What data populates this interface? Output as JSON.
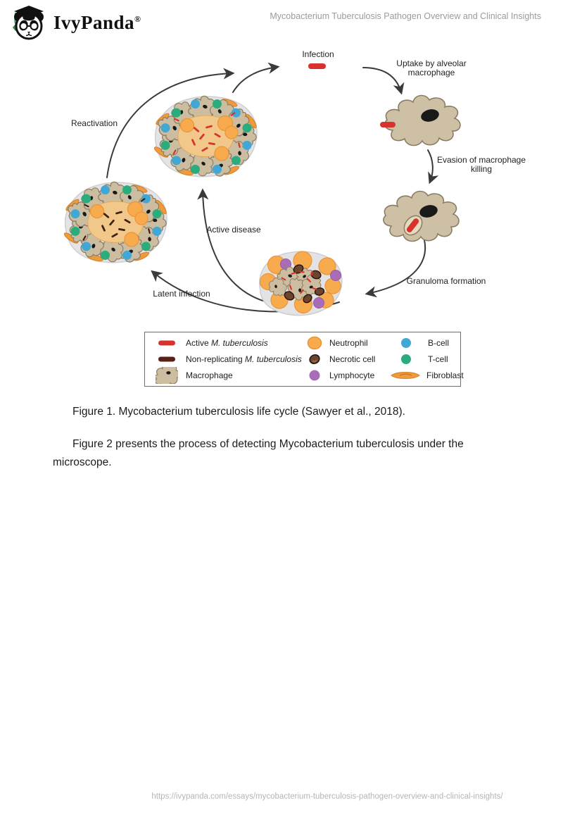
{
  "header": {
    "logo_text": "IvyPanda",
    "logo_reg": "®",
    "title": "Mycobacterium Tuberculosis Pathogen Overview and Clinical Insights"
  },
  "figure": {
    "labels": {
      "infection": "Infection",
      "uptake": [
        "Uptake by alveolar",
        "macrophage"
      ],
      "evasion": [
        "Evasion of macrophage",
        "killing"
      ],
      "granuloma_formation": "Granuloma formation",
      "latent_infection": "Latent infection",
      "active_disease": "Active disease",
      "reactivation": "Reactivation"
    },
    "legend": {
      "items": [
        {
          "icon": "active-mtb-icon",
          "prefix": "Active ",
          "italic": "M. tuberculosis"
        },
        {
          "icon": "nonreplicating-mtb-icon",
          "prefix": "Non-replicating ",
          "italic": "M. tuberculosis"
        },
        {
          "icon": "macrophage-icon",
          "label": "Macrophage"
        },
        {
          "icon": "neutrophil-icon",
          "label": "Neutrophil"
        },
        {
          "icon": "necrotic-cell-icon",
          "label": "Necrotic cell"
        },
        {
          "icon": "lymphocyte-icon",
          "label": "Lymphocyte"
        },
        {
          "icon": "b-cell-icon",
          "label": "B-cell"
        },
        {
          "icon": "t-cell-icon",
          "label": "T-cell"
        },
        {
          "icon": "fibroblast-icon",
          "label": "Fibroblast"
        }
      ]
    },
    "colors": {
      "active_mtb": "#d8322f",
      "nonreplicating_mtb": "#5a2016",
      "macrophage": "#cec0a4",
      "neutrophil": "#f8ab4d",
      "necrotic_cell": "#6d452e",
      "lymphocyte": "#a96db7",
      "b_cell": "#41a8d5",
      "t_cell": "#2bac7c",
      "fibroblast": "#ee9b3e",
      "granuloma_body": "#e4e4e6",
      "caseum": "#f1c78a",
      "arrow": "#3a3a3a"
    }
  },
  "caption": "Figure 1. Mycobacterium tuberculosis life cycle (Sawyer et al., 2018).",
  "paragraph": "Figure 2 presents the process of detecting Mycobacterium tuberculosis under the microscope.",
  "footer": {
    "url": "https://ivypanda.com/essays/mycobacterium-tuberculosis-pathogen-overview-and-clinical-insights/"
  }
}
